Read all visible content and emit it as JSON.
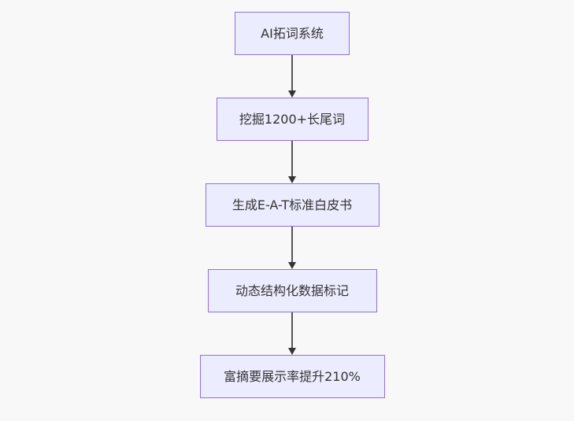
{
  "canvas": {
    "background": "#f8f8f8"
  },
  "flowchart": {
    "type": "flowchart",
    "direction": "top-down",
    "node_fill": "#ECECFF",
    "node_border": "#9370DB",
    "text_color": "#333333",
    "edge_color": "#555555",
    "arrowhead_color": "#333333",
    "nodes": [
      {
        "id": "n1",
        "label": "AI拓词系统"
      },
      {
        "id": "n2",
        "label": "挖掘1200+长尾词"
      },
      {
        "id": "n3",
        "label": "生成E-A-T标准白皮书"
      },
      {
        "id": "n4",
        "label": "动态结构化数据标记"
      },
      {
        "id": "n5",
        "label": "富摘要展示率提升210%"
      }
    ],
    "edges": [
      {
        "from": "n1",
        "to": "n2",
        "arrow": "down"
      },
      {
        "from": "n2",
        "to": "n3",
        "arrow": "down"
      },
      {
        "from": "n3",
        "to": "n4",
        "arrow": "down"
      },
      {
        "from": "n4",
        "to": "n5",
        "arrow": "down"
      }
    ]
  }
}
